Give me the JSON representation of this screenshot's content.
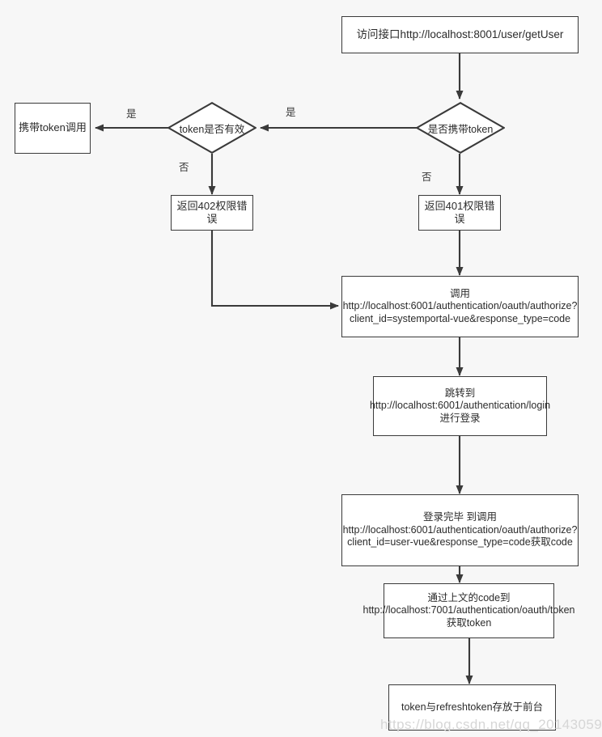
{
  "diagram": {
    "type": "flowchart",
    "title": "OAuth2 token authentication flow",
    "background_color": "#f7f7f7",
    "stroke_color": "#3a3a3a",
    "node_fill": "#ffffff",
    "text_color": "#2b2b2b"
  },
  "nodes": [
    {
      "id": "entry",
      "shape": "rect",
      "text": "访问接口http://localhost:8001/user/getUser"
    },
    {
      "id": "has-token",
      "shape": "diamond",
      "text": "是否携带token"
    },
    {
      "id": "token-valid",
      "shape": "diamond",
      "text": "token是否有效"
    },
    {
      "id": "call-with-token",
      "shape": "rect",
      "text": "携带token调用"
    },
    {
      "id": "error-402",
      "shape": "rect",
      "text": "返回402权限错误"
    },
    {
      "id": "error-401",
      "shape": "rect",
      "text": "返回401权限错误"
    },
    {
      "id": "call-authorize",
      "shape": "rect",
      "text": "调用 http://localhost:6001/authentication/oauth/authorize?client_id=systemportal-vue&response_type=code"
    },
    {
      "id": "redirect-login",
      "shape": "rect",
      "text": "跳转到 http://localhost:6001/authentication/login进行登录"
    },
    {
      "id": "login-done",
      "shape": "rect",
      "text": "登录完毕 到调用 http://localhost:6001/authentication/oauth/authorize?client_id=user-vue&response_type=code获取code"
    },
    {
      "id": "code-to-token",
      "shape": "rect",
      "text": "通过上文的code到 http://localhost:7001/authentication/oauth/token获取token"
    },
    {
      "id": "store-token",
      "shape": "rect",
      "text": "token与refreshtoken存放于前台"
    }
  ],
  "edge_labels": {
    "has_token_no": "否",
    "has_token_yes": "是",
    "token_valid_yes": "是",
    "token_valid_no": "否"
  },
  "watermark": {
    "text": "https://blog.csdn.net/qq_20143059"
  }
}
